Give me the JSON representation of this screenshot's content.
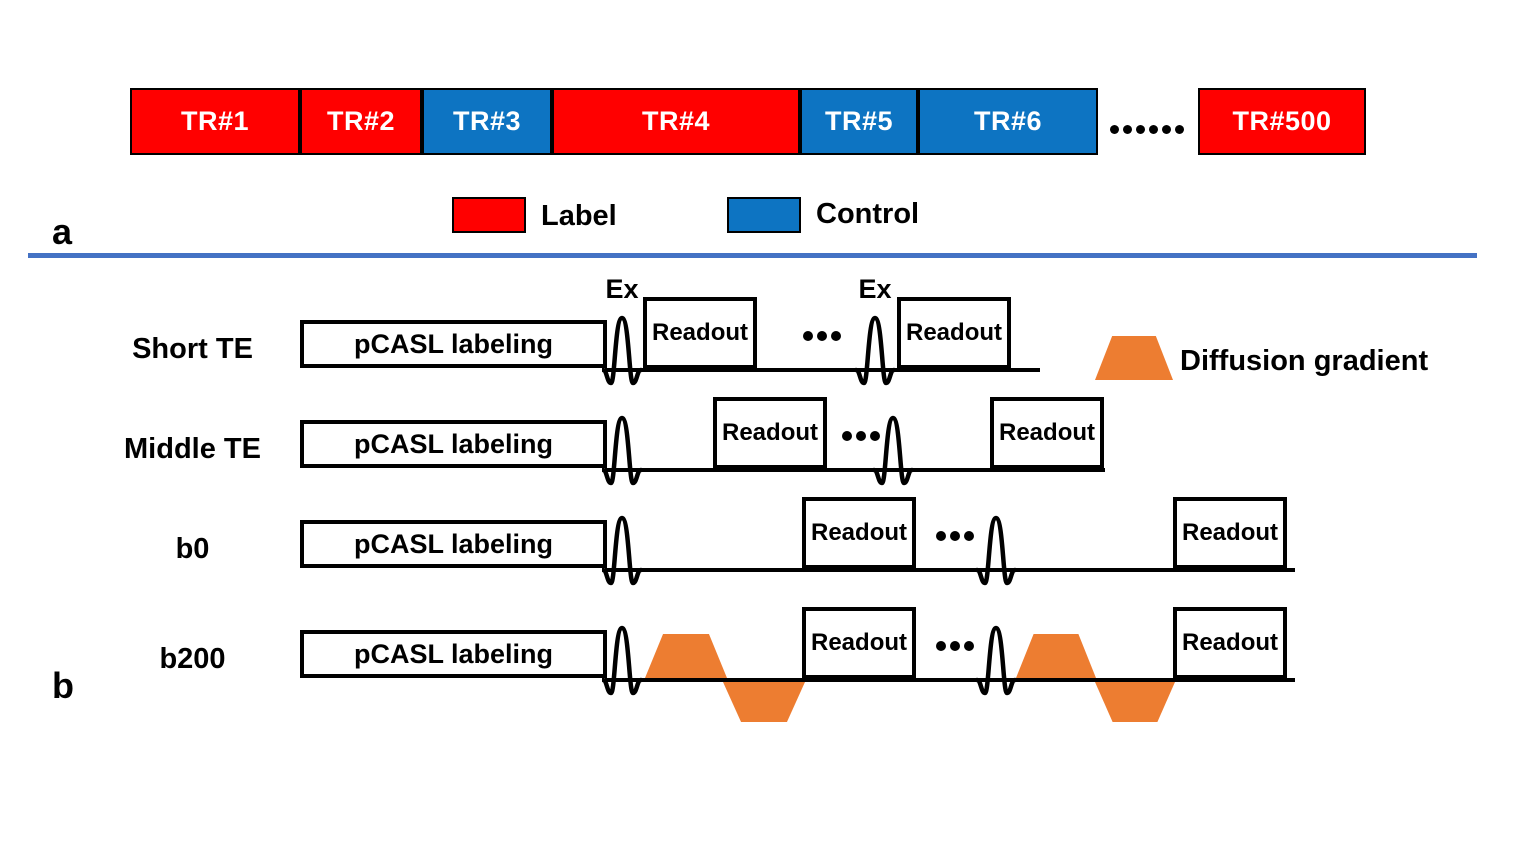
{
  "colors": {
    "label_red": "#FF0000",
    "control_blue": "#0D74C2",
    "divider_blue": "#4472C4",
    "diffusion_orange": "#ED7D31",
    "text_black": "#000000"
  },
  "part_a": {
    "section_label": "a",
    "tr_blocks": [
      {
        "label": "TR#1",
        "type": "label"
      },
      {
        "label": "TR#2",
        "type": "label"
      },
      {
        "label": "TR#3",
        "type": "control"
      },
      {
        "label": "TR#4",
        "type": "label"
      },
      {
        "label": "TR#5",
        "type": "control"
      },
      {
        "label": "TR#6",
        "type": "control"
      },
      {
        "label": "TR#500",
        "type": "label"
      }
    ],
    "ellipsis": "......",
    "legend": [
      {
        "label": "Label",
        "color": "#FF0000"
      },
      {
        "label": "Control",
        "color": "#0D74C2"
      }
    ]
  },
  "part_b": {
    "section_label": "b",
    "diffusion_legend": "Diffusion gradient",
    "rows": [
      {
        "label": "Short TE",
        "pcasl": "pCASL labeling",
        "ex1": "Ex",
        "ex2": "Ex",
        "readout1": "Readout",
        "readout2": "Readout",
        "dots": "..."
      },
      {
        "label": "Middle TE",
        "pcasl": "pCASL labeling",
        "readout1": "Readout",
        "readout2": "Readout",
        "dots": "..."
      },
      {
        "label": "b0",
        "pcasl": "pCASL labeling",
        "readout1": "Readout",
        "readout2": "Readout",
        "dots": "..."
      },
      {
        "label": "b200",
        "pcasl": "pCASL labeling",
        "readout1": "Readout",
        "readout2": "Readout",
        "dots": "..."
      }
    ]
  }
}
